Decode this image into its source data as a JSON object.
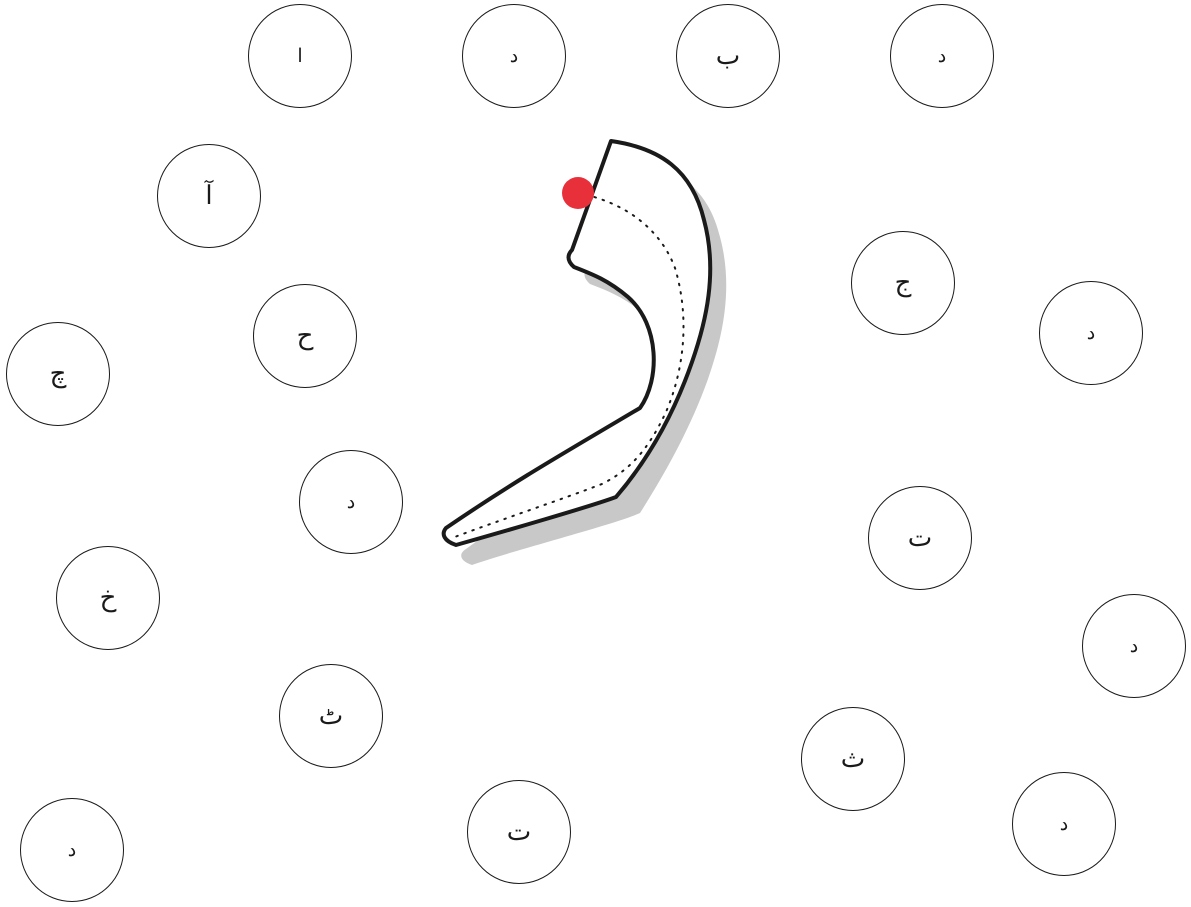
{
  "game": {
    "target_letter": "ر",
    "stroke_colors": {
      "outline": "#1a1a1a",
      "shadow": "#c8c8c8",
      "guide": "#1a1a1a",
      "start_dot": "#e8303a"
    }
  },
  "bubbles": [
    {
      "id": "bubble-alif",
      "letter": "ا",
      "small": true
    },
    {
      "id": "bubble-dal-1",
      "letter": "د",
      "small": true
    },
    {
      "id": "bubble-be",
      "letter": "ب",
      "small": false
    },
    {
      "id": "bubble-dal-2",
      "letter": "د",
      "small": true
    },
    {
      "id": "bubble-alif-madda",
      "letter": "آ",
      "small": false
    },
    {
      "id": "bubble-jeem",
      "letter": "ج",
      "small": false
    },
    {
      "id": "bubble-dal-3",
      "letter": "د",
      "small": true
    },
    {
      "id": "bubble-hay",
      "letter": "ح",
      "small": false
    },
    {
      "id": "bubble-che",
      "letter": "چ",
      "small": false
    },
    {
      "id": "bubble-dal-4",
      "letter": "د",
      "small": true
    },
    {
      "id": "bubble-te-1",
      "letter": "ت",
      "small": false
    },
    {
      "id": "bubble-khe",
      "letter": "خ",
      "small": false
    },
    {
      "id": "bubble-dal-5",
      "letter": "د",
      "small": true
    },
    {
      "id": "bubble-tte",
      "letter": "ٹ",
      "small": false
    },
    {
      "id": "bubble-se",
      "letter": "ث",
      "small": false
    },
    {
      "id": "bubble-dal-6",
      "letter": "د",
      "small": true
    },
    {
      "id": "bubble-te-2",
      "letter": "ت",
      "small": false
    },
    {
      "id": "bubble-dal-7",
      "letter": "د",
      "small": true
    }
  ]
}
